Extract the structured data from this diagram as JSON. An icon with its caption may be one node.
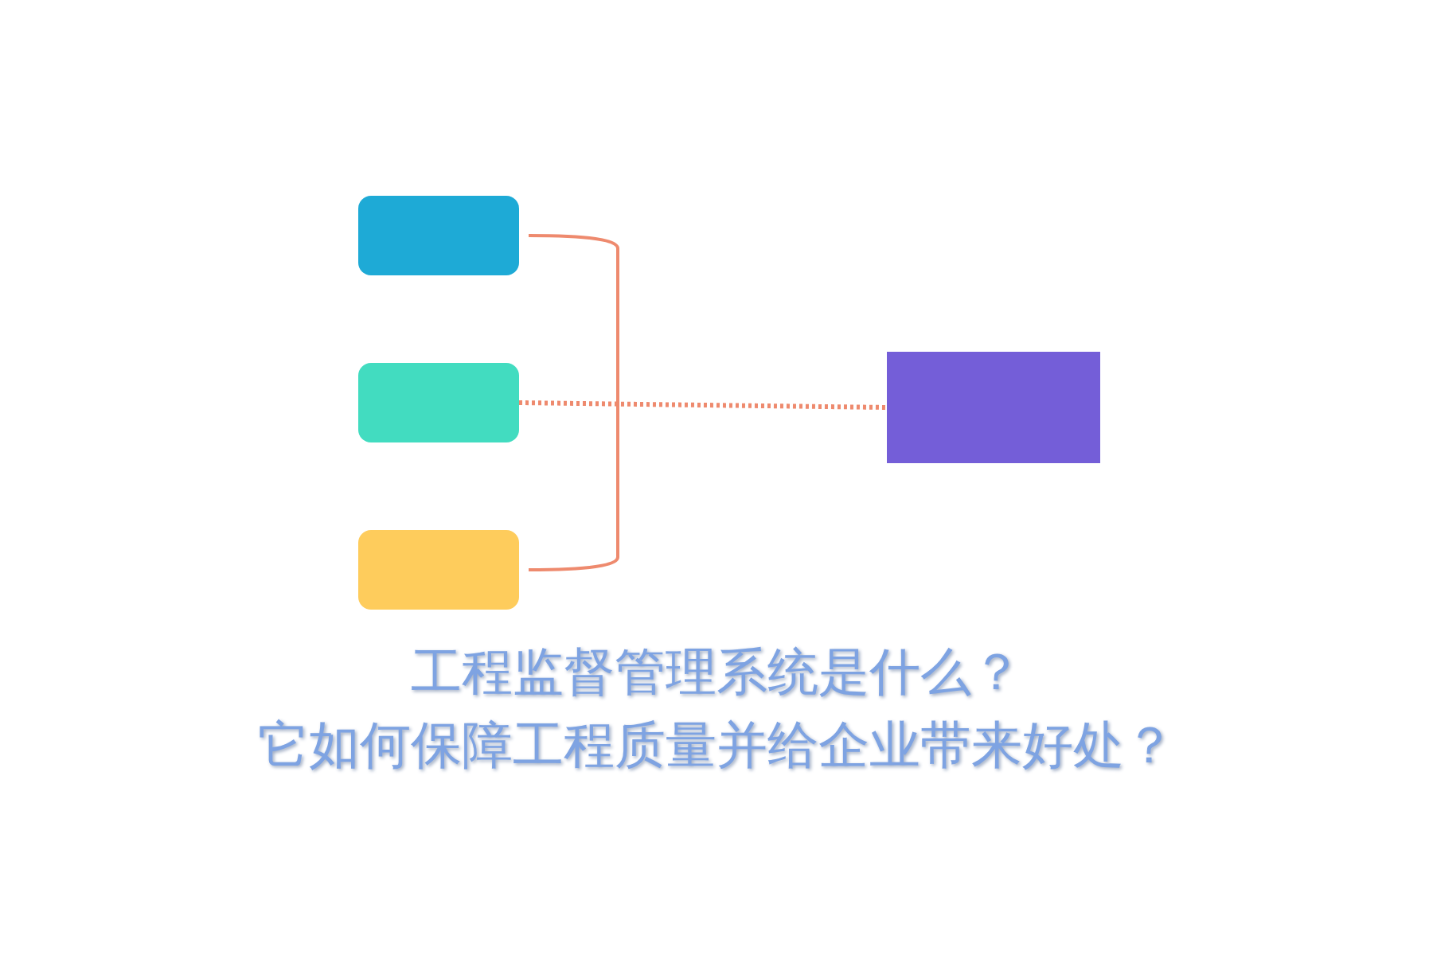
{
  "diagram": {
    "nodes": [
      {
        "text": [],
        "shape": "box"
      },
      {
        "text": [],
        "shape": "box"
      },
      {
        "text": [],
        "shape": "box"
      },
      {
        "text": [],
        "shape": "box"
      }
    ],
    "edges": [
      {
        "from": 0,
        "to": 2,
        "arrow": "none"
      },
      {
        "from": 1,
        "to": 3,
        "arrow": "none",
        "style": "dashed"
      }
    ],
    "labels": [
      "工程监督管理系统是什么？",
      "它如何保障工程质量并给企业带来好处？"
    ]
  }
}
